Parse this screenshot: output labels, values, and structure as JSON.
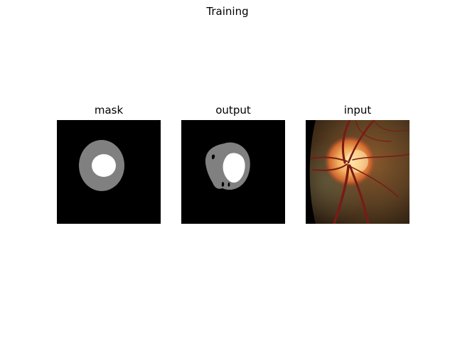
{
  "figure": {
    "title": "Training"
  },
  "panels": [
    {
      "title": "mask",
      "image": "segmentation-mask"
    },
    {
      "title": "output",
      "image": "predicted-segmentation"
    },
    {
      "title": "input",
      "image": "fundus-photograph"
    }
  ],
  "colors": {
    "background": "#000000",
    "disc": "#808080",
    "cup": "#ffffff"
  }
}
